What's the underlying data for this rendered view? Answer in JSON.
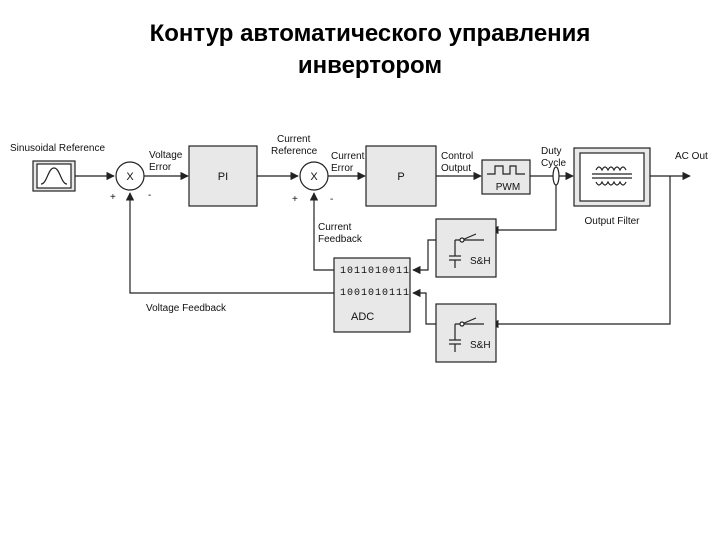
{
  "title_line1": "Контур автоматического управления",
  "title_line2": "инвертором",
  "diagram": {
    "sinusoidal_reference": "Sinusoidal Reference",
    "sum1_symbol": "X",
    "sum1_plus": "+",
    "sum1_minus": "-",
    "voltage_error_1": "Voltage",
    "voltage_error_2": "Error",
    "pi_block": "PI",
    "current_reference_1": "Current",
    "current_reference_2": "Reference",
    "sum2_symbol": "X",
    "sum2_plus": "+",
    "sum2_minus": "-",
    "current_error_1": "Current",
    "current_error_2": "Error",
    "p_block": "P",
    "control_output_1": "Control",
    "control_output_2": "Output",
    "pwm_block": "PWM",
    "duty_cycle_1": "Duty",
    "duty_cycle_2": "Cycle",
    "output_filter": "Output Filter",
    "ac_out": "AC Out",
    "current_feedback_1": "Current",
    "current_feedback_2": "Feedback",
    "adc_bits_1": "1011010011",
    "adc_bits_2": "1001010111",
    "adc_label": "ADC",
    "sh_label_1": "S&H",
    "sh_label_2": "S&H",
    "voltage_feedback": "Voltage Feedback"
  }
}
